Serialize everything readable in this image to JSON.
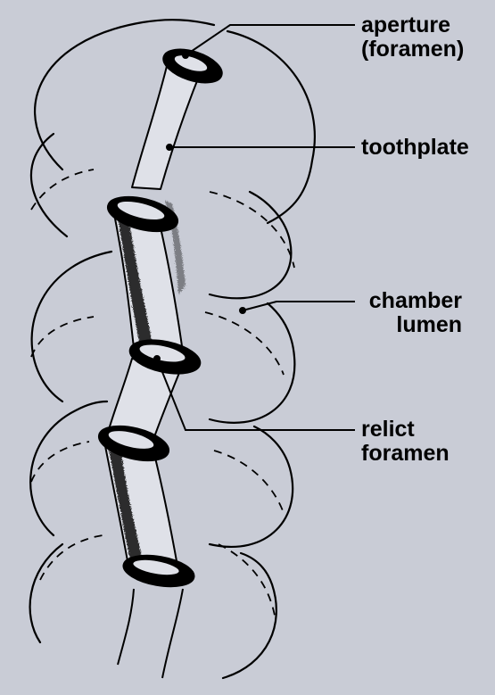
{
  "labels": {
    "aperture": {
      "line1": "aperture",
      "line2": "(foramen)"
    },
    "toothplate": {
      "line1": "toothplate"
    },
    "chamber_lumen": {
      "line1": "chamber",
      "line2": "lumen"
    },
    "relict_foramen": {
      "line1": "relict",
      "line2": "foramen"
    }
  },
  "colors": {
    "background": "#c9ccd6",
    "ink": "#000000",
    "tube_fill": "#dfe1e8"
  }
}
